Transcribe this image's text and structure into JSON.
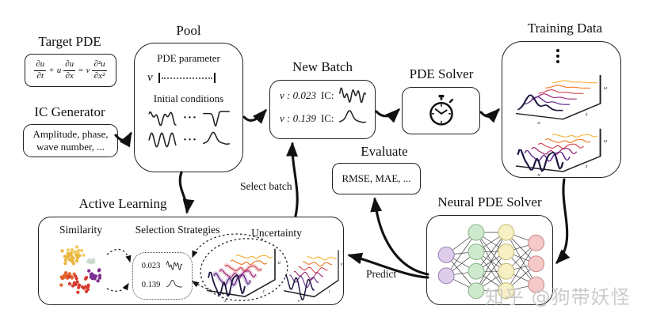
{
  "labels": {
    "target_pde_title": "Target PDE",
    "ic_generator_title": "IC Generator",
    "ic_generator_text": "Amplitude, phase, wave number, ...",
    "pool_title": "Pool",
    "pde_parameter": "PDE parameter",
    "nu": "ν",
    "initial_conditions": "Initial conditions",
    "hdots": "···",
    "new_batch_title": "New Batch",
    "pde_solver_title": "PDE Solver",
    "training_data_title": "Training Data",
    "evaluate_title": "Evaluate",
    "evaluate_text": "RMSE, MAE, ...",
    "neural_title": "Neural PDE Solver",
    "active_title": "Active Learning",
    "similarity": "Similarity",
    "selection_strategies": "Selection Strategies",
    "uncertainty": "Uncertainty",
    "select_batch": "Select batch",
    "predict": "Predict",
    "watermark": "知乎 @狗带妖怪"
  },
  "equation": {
    "f1n": "∂u",
    "f1d": "∂t",
    "plus": "+",
    "u": "u",
    "f2n": "∂u",
    "f2d": "∂x",
    "eq": "=",
    "nu": "ν",
    "f3n": "∂²u",
    "f3d": "∂x²"
  },
  "new_batch_rows": [
    {
      "nu": "ν : 0.023",
      "ic": "IC:"
    },
    {
      "nu": "ν : 0.139",
      "ic": "IC:"
    }
  ],
  "selection_rows": [
    {
      "value": "0.023"
    },
    {
      "value": "0.139"
    }
  ],
  "axes": {
    "x": "x",
    "t": "t",
    "u": "u"
  },
  "colors": {
    "waterfall": [
      "#1d1640",
      "#5b2286",
      "#a12a78",
      "#d34a54",
      "#ee7d2c",
      "#f5b43c"
    ],
    "nn_layers": [
      "#ddcdeb",
      "#cfe9cf",
      "#f7f0c4",
      "#f6c9c9"
    ],
    "nn_strokes": [
      "#9f86b8",
      "#8fbb8f",
      "#c9bd7a",
      "#cc8f8f"
    ],
    "scatter": [
      "#eab63b",
      "#f0cd66",
      "#e2622b",
      "#d63b2f",
      "#7b2e8e",
      "#ccd9cc"
    ]
  }
}
